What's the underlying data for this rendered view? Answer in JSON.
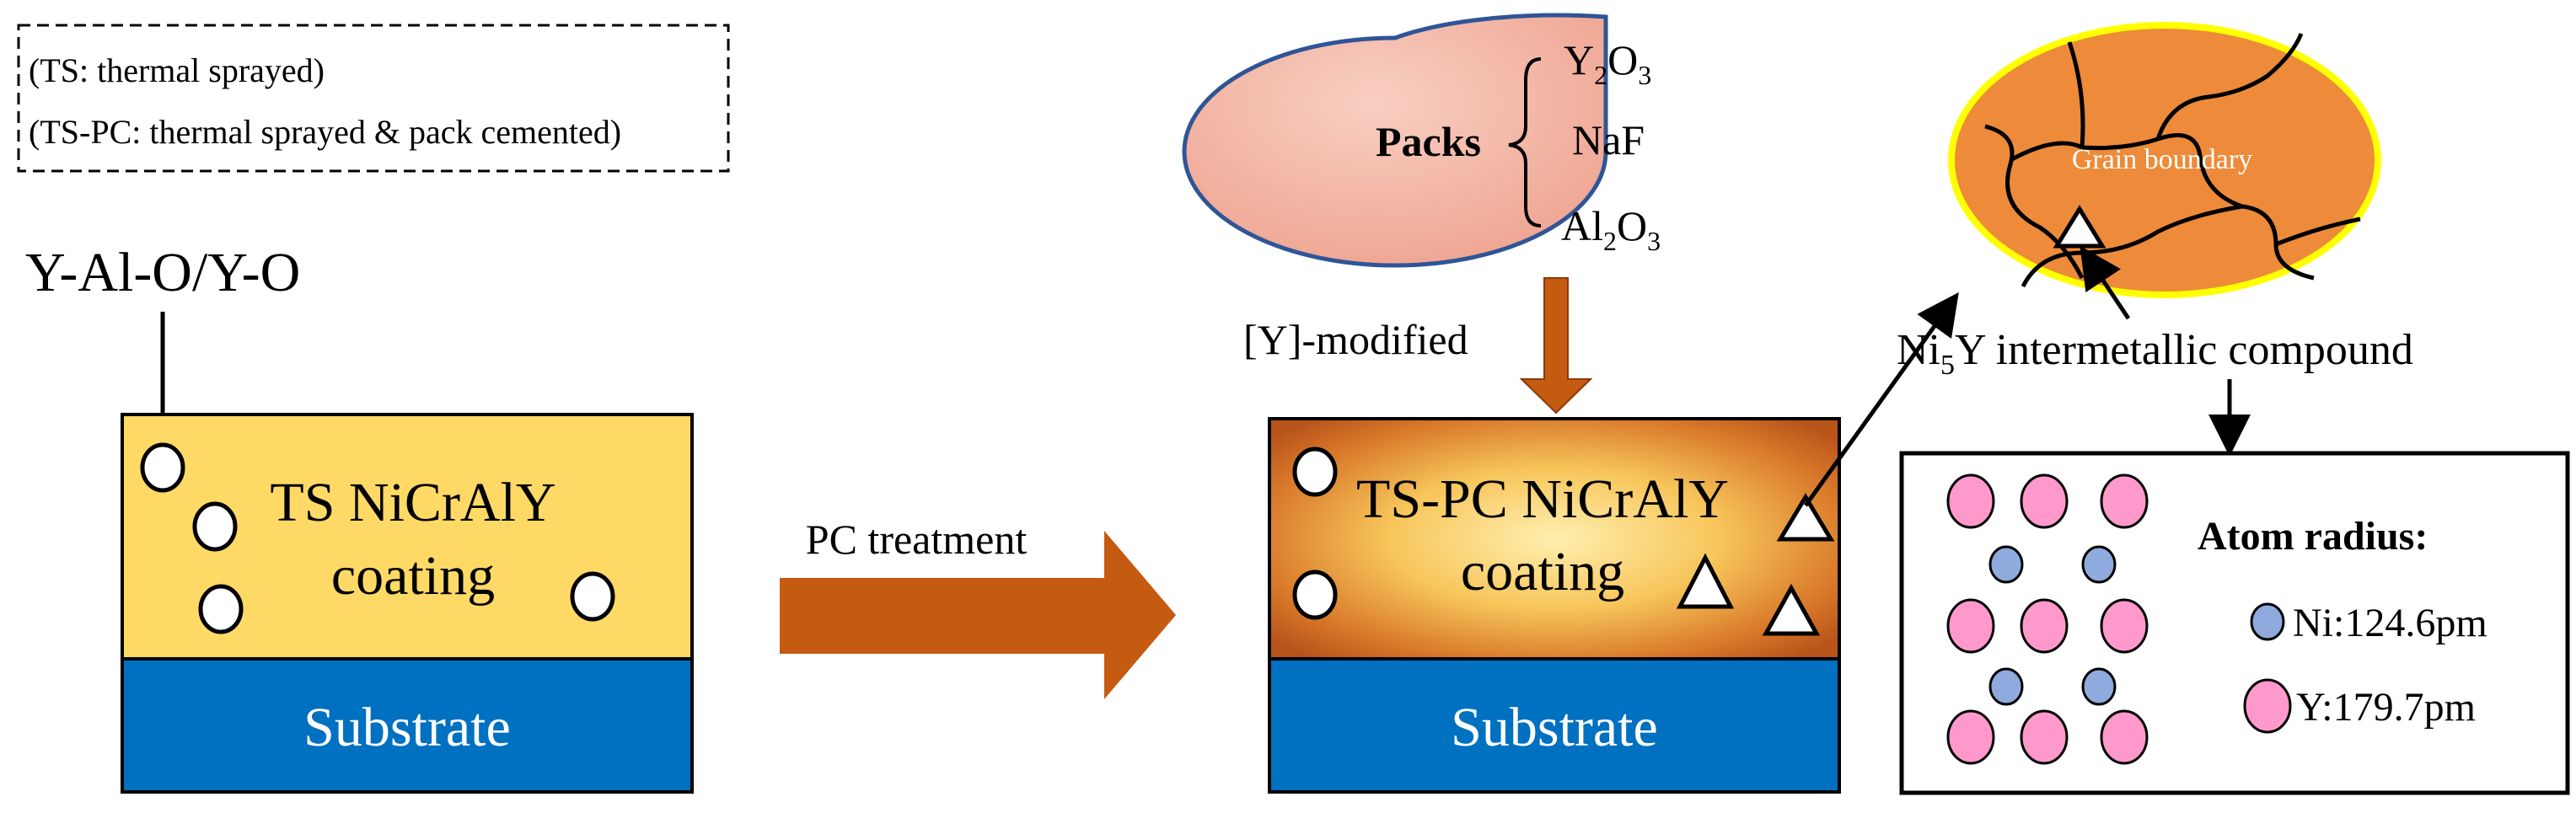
{
  "legend": {
    "ts": "(TS: thermal sprayed)",
    "tspc": "(TS-PC: thermal sprayed & pack cemented)"
  },
  "left_panel": {
    "oxide_label": "Y-Al-O/Y-O",
    "coating_line1": "TS NiCrAlY",
    "coating_line2": "coating",
    "substrate": "Substrate"
  },
  "process": {
    "arrow_label": "PC treatment"
  },
  "packs": {
    "title": "Packs",
    "item1": {
      "base": "Y",
      "sub1": "2",
      "mid": "O",
      "sub2": "3"
    },
    "item2": "NaF",
    "item3": {
      "base": "Al",
      "sub1": "2",
      "mid": "O",
      "sub2": "3"
    }
  },
  "modification": {
    "label": "[Y]-modified"
  },
  "right_panel": {
    "coating_line1": "TS-PC NiCrAlY",
    "coating_line2": "coating",
    "substrate": "Substrate"
  },
  "grain": {
    "label": "Grain boundary"
  },
  "compound": {
    "prefix": "Ni",
    "sub": "5",
    "suffix": "Y intermetallic compound"
  },
  "atom_box": {
    "title": "Atom radius:",
    "ni": "Ni:124.6pm",
    "y": "Y:179.7pm"
  },
  "colors": {
    "ts_coating": "#FFD966",
    "substrate": "#0070C0",
    "process_arrow": "#C55A11",
    "tspc_edge": "#C55A11",
    "tspc_center": "#FFE699",
    "packs_fill": "#F4B6A6",
    "packs_border": "#2F5597",
    "grain_fill": "#ED8B3A",
    "grain_border": "#FFFF00",
    "ni_atom": "#8FAADC",
    "y_atom": "#FF99CC"
  }
}
